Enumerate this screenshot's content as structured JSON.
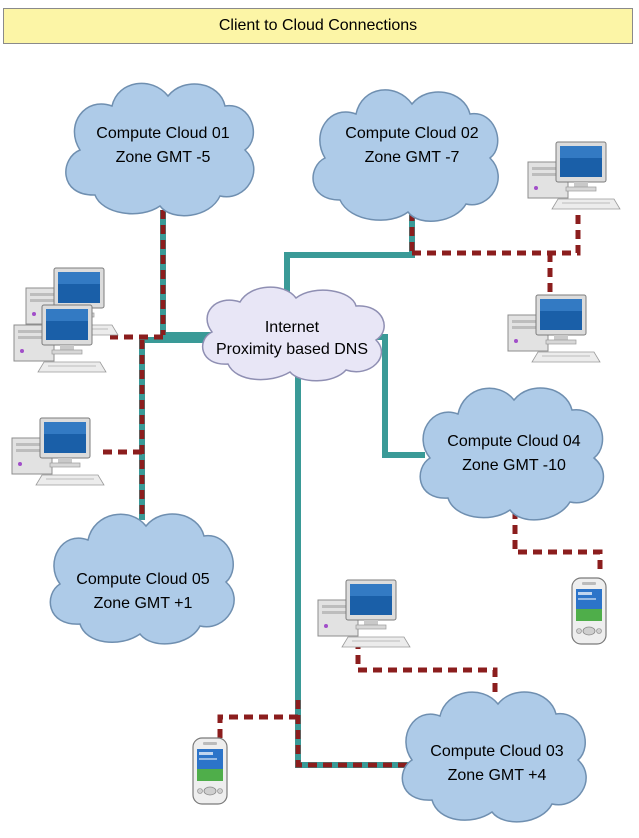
{
  "title": "Client to Cloud Connections",
  "colors": {
    "title_background": "#fcf5a6",
    "cloud_fill": "#aecbe8",
    "cloud_stroke": "#6f8fb0",
    "internet_fill": "#e8e6f6",
    "backbone_link": "#3a9a97",
    "client_link": "#8b1d1d",
    "monitor_screen": "#1a5fa8"
  },
  "internet": {
    "line1": "Internet",
    "line2": "Proximity based DNS"
  },
  "clouds": [
    {
      "name": "Compute Cloud 01",
      "zone": "Zone GMT -5"
    },
    {
      "name": "Compute Cloud 02",
      "zone": "Zone GMT -7"
    },
    {
      "name": "Compute Cloud 03",
      "zone": "Zone GMT +4"
    },
    {
      "name": "Compute Cloud 04",
      "zone": "Zone GMT -10"
    },
    {
      "name": "Compute Cloud 05",
      "zone": "Zone GMT +1"
    }
  ],
  "icons": {
    "desktop": "desktop-computer-icon",
    "pda": "pda-handheld-icon"
  }
}
